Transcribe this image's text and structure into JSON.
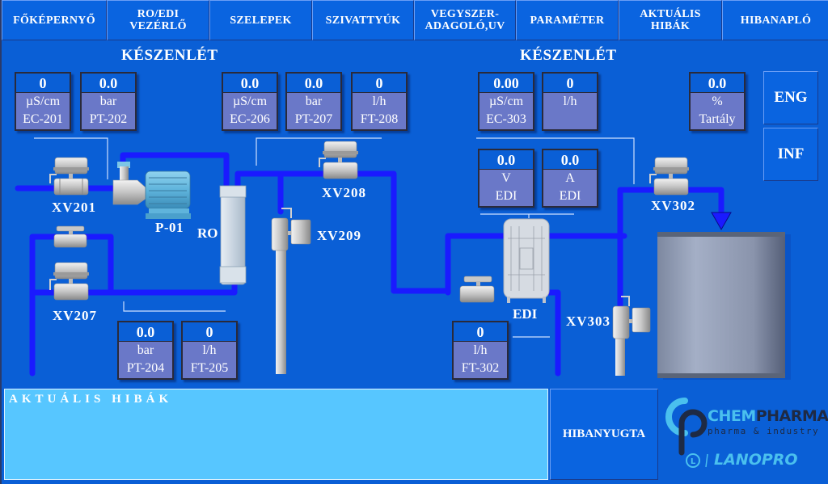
{
  "nav": {
    "tabs": [
      {
        "label": "FŐKÉPERNYŐ"
      },
      {
        "label": "RO/EDI\nVEZÉRLŐ"
      },
      {
        "label": "SZELEPEK"
      },
      {
        "label": "SZIVATTYÚK"
      },
      {
        "label": "VEGYSZER-\nADAGOLÓ,UV"
      },
      {
        "label": "PARAMÉTER"
      },
      {
        "label": "AKTUÁLIS\nHIBÁK"
      },
      {
        "label": "HIBANAPLÓ"
      }
    ]
  },
  "status": {
    "ro": "KÉSZENLÉT",
    "edi": "KÉSZENLÉT"
  },
  "sensors": {
    "ec201": {
      "value": "0",
      "unit": "µS/cm",
      "tag": "EC-201"
    },
    "pt202": {
      "value": "0.0",
      "unit": "bar",
      "tag": "PT-202"
    },
    "ec206": {
      "value": "0.0",
      "unit": "µS/cm",
      "tag": "EC-206"
    },
    "pt207": {
      "value": "0.0",
      "unit": "bar",
      "tag": "PT-207"
    },
    "ft208": {
      "value": "0",
      "unit": "l/h",
      "tag": "FT-208"
    },
    "ec303": {
      "value": "0.00",
      "unit": "µS/cm",
      "tag": "EC-303"
    },
    "flow303": {
      "value": "0",
      "unit": "l/h",
      "tag": ""
    },
    "tank": {
      "value": "0.0",
      "unit": "%",
      "tag": "Tartály"
    },
    "edi_v": {
      "value": "0.0",
      "unit": "V",
      "tag": "EDI"
    },
    "edi_a": {
      "value": "0.0",
      "unit": "A",
      "tag": "EDI"
    },
    "pt204": {
      "value": "0.0",
      "unit": "bar",
      "tag": "PT-204"
    },
    "ft205": {
      "value": "0",
      "unit": "l/h",
      "tag": "FT-205"
    },
    "ft302": {
      "value": "0",
      "unit": "l/h",
      "tag": "FT-302"
    }
  },
  "equipment": {
    "xv201": "XV201",
    "xv207": "XV207",
    "xv208": "XV208",
    "xv209": "XV209",
    "xv302": "XV302",
    "xv303": "XV303",
    "pump": "P-01",
    "ro": "RO",
    "edi": "EDI"
  },
  "side_buttons": {
    "eng": "ENG",
    "inf": "INF"
  },
  "alarms": {
    "title": "AKTUÁLIS HIBÁK",
    "items": []
  },
  "reset_button": "HIBANYUGTA",
  "logo": {
    "brand_part1": "CHEM",
    "brand_part2": "PHARMA",
    "tagline": "pharma & industry",
    "partner": "LANOPRO",
    "partner_mark": "L"
  },
  "colors": {
    "background": "#0a5fd6",
    "pipe": "#1a1aff",
    "alarm_panel": "#57c6ff",
    "sensor_label_bg": "#6a78c8"
  }
}
